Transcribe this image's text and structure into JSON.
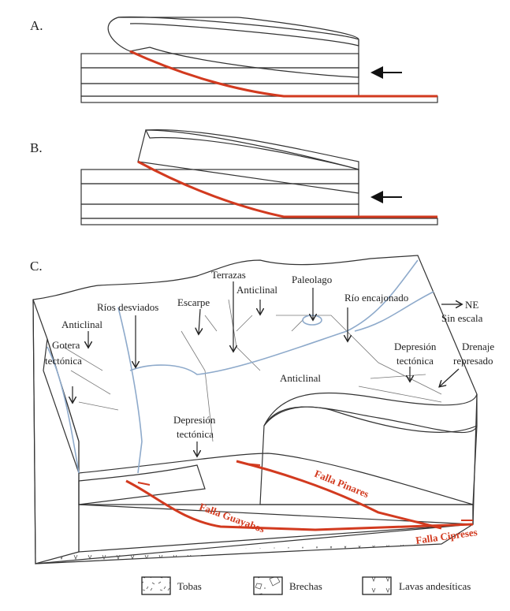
{
  "panels": {
    "a": "A.",
    "b": "B.",
    "c": "C."
  },
  "labels": {
    "terrazas": "Terrazas",
    "anticlinal_top": "Anticlinal",
    "paleolago": "Paleolago",
    "rio_encajonado": "Río encajonado",
    "ne": "NE",
    "sin_escala": "Sin escala",
    "escarpe": "Escarpe",
    "rios_desviados": "Ríos desviados",
    "anticlinal_left": "Anticlinal",
    "gotera_1": "Gotera",
    "gotera_2": "tectónica",
    "depresion_right_1": "Depresión",
    "depresion_right_2": "tectónica",
    "drenaje_1": "Drenaje",
    "drenaje_2": "represado",
    "anticlinal_mid": "Anticlinal",
    "depresion_mid_1": "Depresión",
    "depresion_mid_2": "tectónica"
  },
  "faults": {
    "pinares": "Falla Pinares",
    "guayabos": "Falla Guayabos",
    "cipreses": "Falla Cipreses"
  },
  "legend": [
    {
      "label": "Tobas"
    },
    {
      "label": "Brechas"
    },
    {
      "label": "Lavas andesíticas"
    }
  ],
  "colors": {
    "fault": "#d23a1f",
    "river": "#8eaacb"
  }
}
